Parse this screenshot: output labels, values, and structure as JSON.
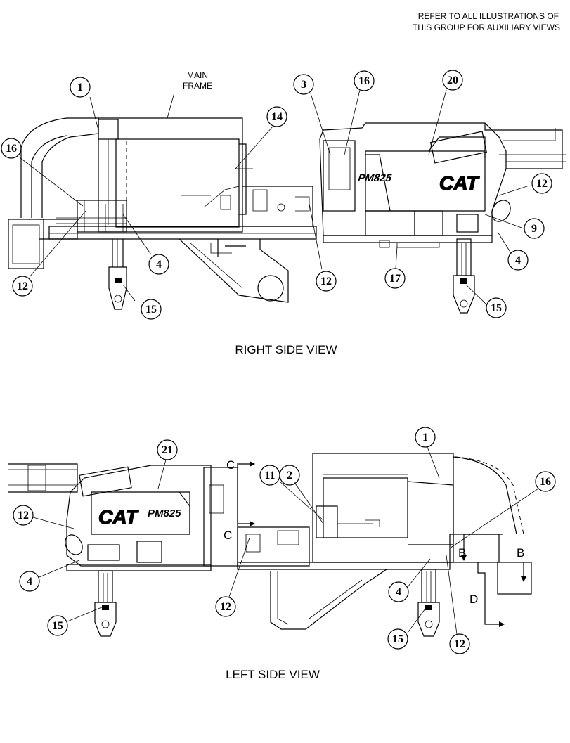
{
  "header_note": {
    "line1": "REFER TO ALL ILLUSTRATIONS OF",
    "line2": "THIS GROUP FOR AUXILIARY VIEWS"
  },
  "views": {
    "right_title": "RIGHT SIDE VIEW",
    "left_title": "LEFT SIDE VIEW"
  },
  "labels": {
    "main_frame_1": "MAIN",
    "main_frame_2": "FRAME",
    "brand": "CAT",
    "model": "PM825",
    "section_c": "C",
    "section_b": "B",
    "section_d": "D"
  },
  "right_callouts": [
    {
      "id": "r1",
      "number": "1"
    },
    {
      "id": "r3",
      "number": "3"
    },
    {
      "id": "r16a",
      "number": "16"
    },
    {
      "id": "r20",
      "number": "20"
    },
    {
      "id": "r14",
      "number": "14"
    },
    {
      "id": "r16b",
      "number": "16"
    },
    {
      "id": "r12a",
      "number": "12"
    },
    {
      "id": "r4a",
      "number": "4"
    },
    {
      "id": "r15a",
      "number": "15"
    },
    {
      "id": "r12b",
      "number": "12"
    },
    {
      "id": "r17",
      "number": "17"
    },
    {
      "id": "r12c",
      "number": "12"
    },
    {
      "id": "r9",
      "number": "9"
    },
    {
      "id": "r4b",
      "number": "4"
    },
    {
      "id": "r15b",
      "number": "15"
    }
  ],
  "left_callouts": [
    {
      "id": "l21",
      "number": "21"
    },
    {
      "id": "l1",
      "number": "1"
    },
    {
      "id": "l11",
      "number": "11"
    },
    {
      "id": "l2",
      "number": "2"
    },
    {
      "id": "l16",
      "number": "16"
    },
    {
      "id": "l12a",
      "number": "12"
    },
    {
      "id": "l4a",
      "number": "4"
    },
    {
      "id": "l15a",
      "number": "15"
    },
    {
      "id": "l12b",
      "number": "12"
    },
    {
      "id": "l4b",
      "number": "4"
    },
    {
      "id": "l15b",
      "number": "15"
    },
    {
      "id": "l12c",
      "number": "12"
    }
  ]
}
